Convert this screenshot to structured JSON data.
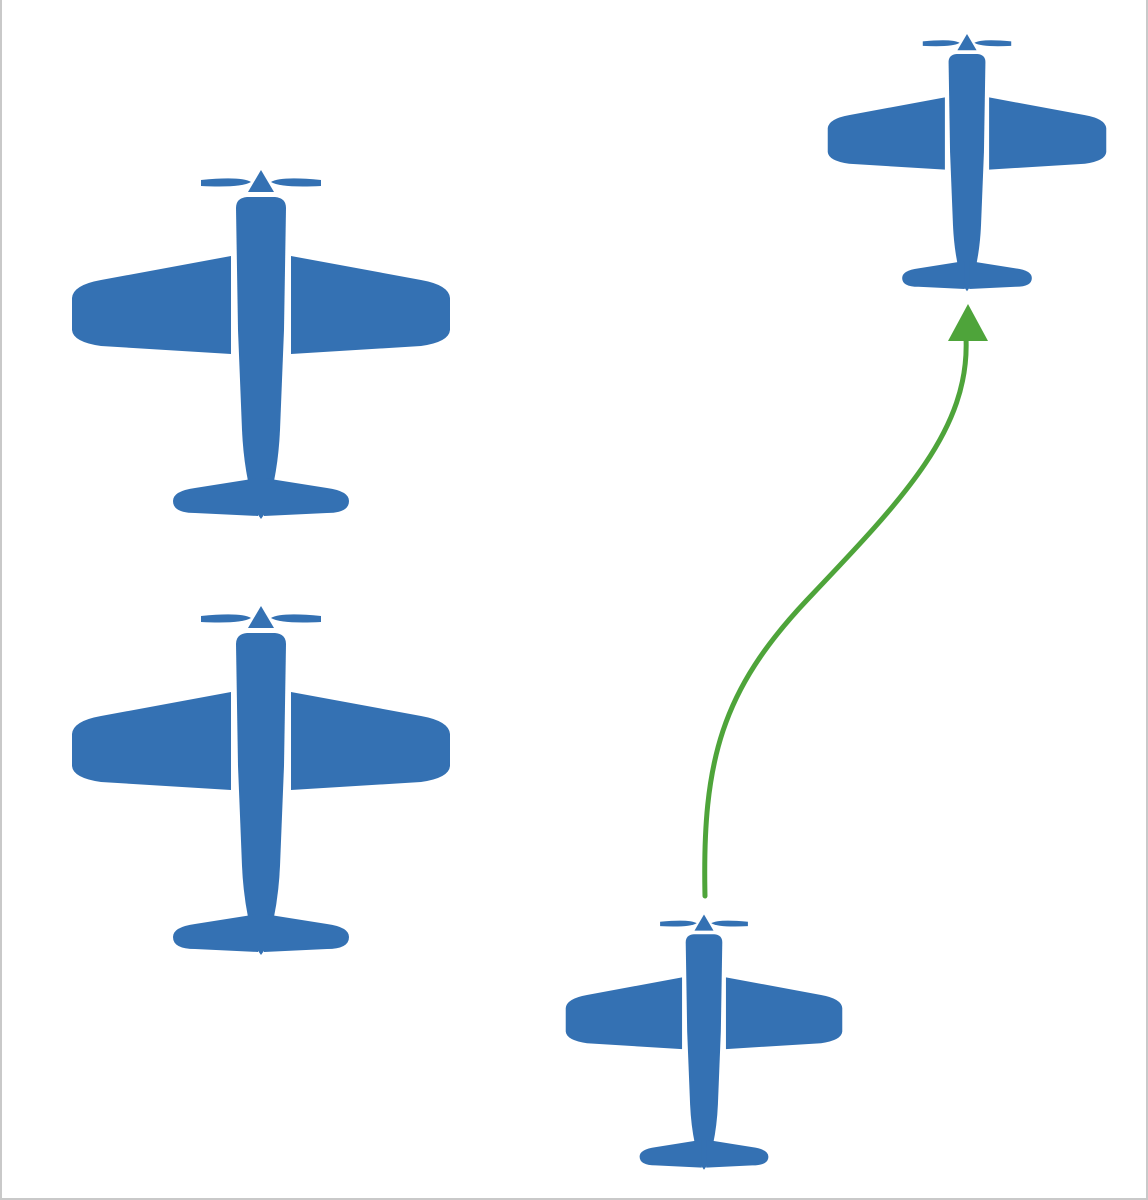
{
  "colors": {
    "airplane": "#3471b3",
    "arrow": "#4ea43a",
    "border": "#c9c9c9"
  },
  "icons": {
    "airplane": "airplane-icon",
    "arrow": "curved-arrow"
  },
  "airplanes": [
    {
      "name": "airplane-left-top"
    },
    {
      "name": "airplane-left-bottom"
    },
    {
      "name": "airplane-right-top"
    },
    {
      "name": "airplane-right-bottom"
    }
  ],
  "arrow": {
    "from": "airplane-right-bottom",
    "to": "airplane-right-top"
  }
}
